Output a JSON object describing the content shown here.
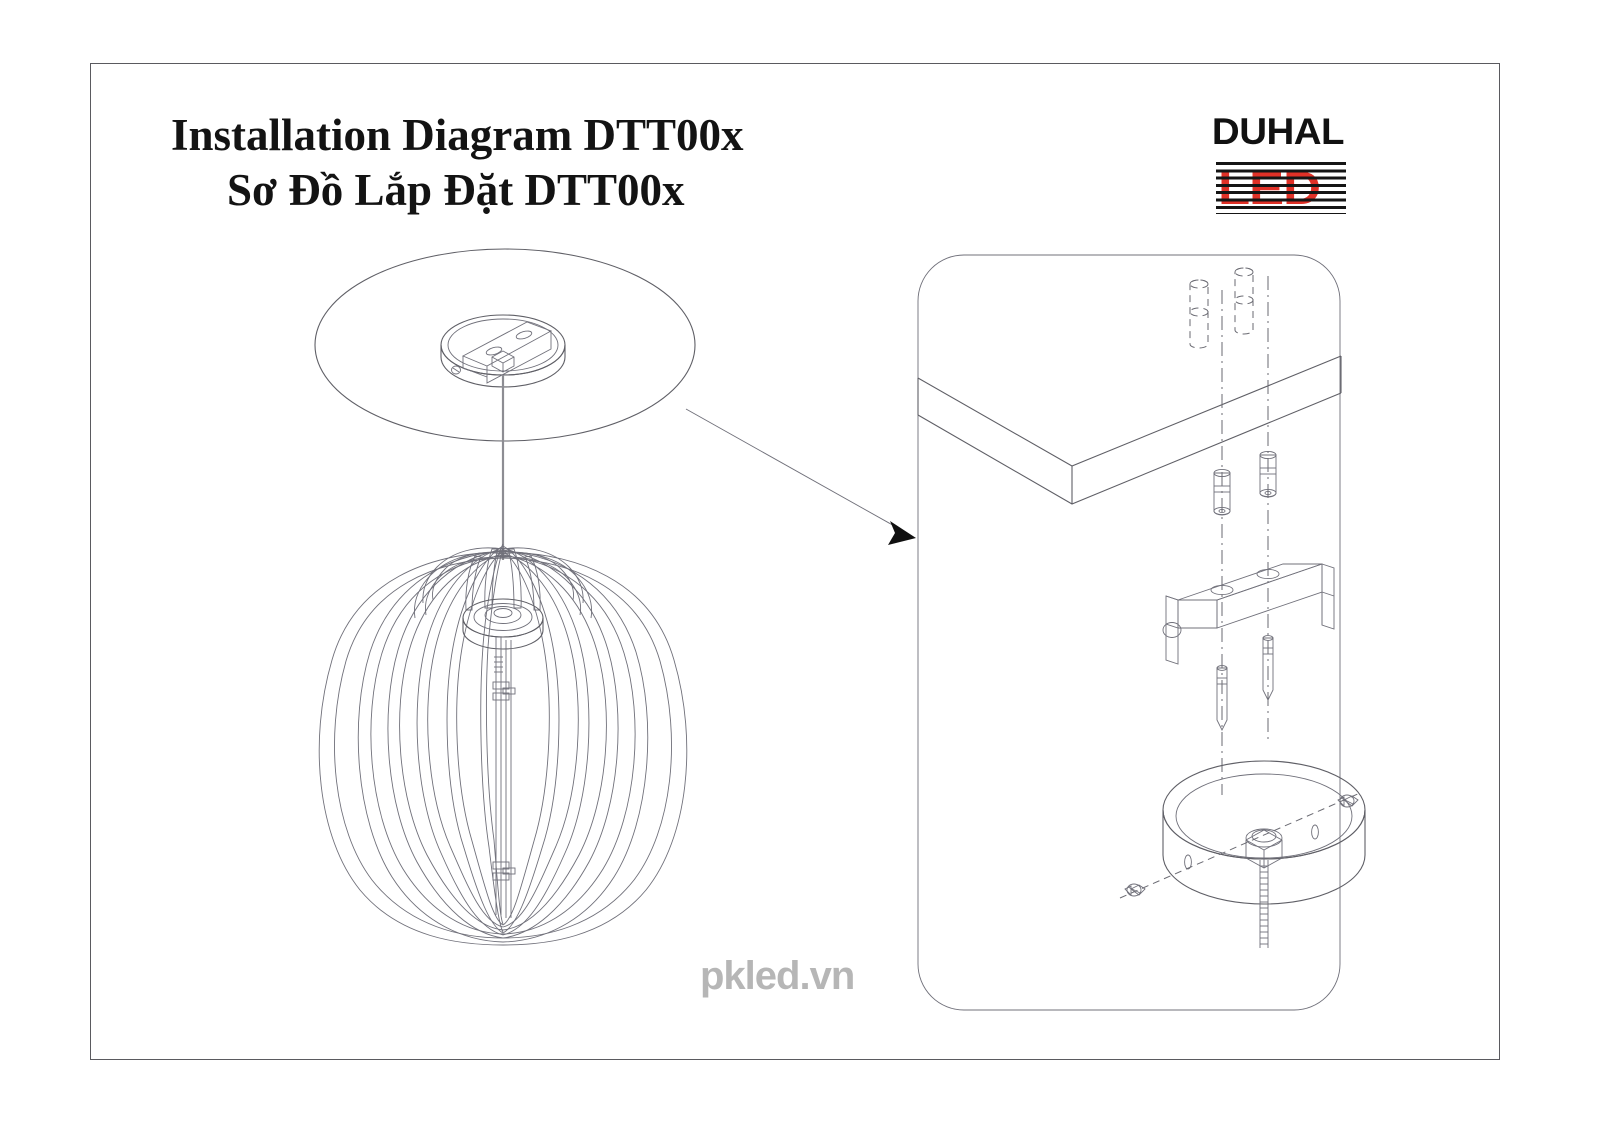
{
  "document": {
    "title_en": "Installation Diagram DTT00x",
    "title_vi": "Sơ Đồ Lắp Đặt DTT00x",
    "watermark": "pkled.vn",
    "frame": {
      "border_color": "#5a5a5f"
    }
  },
  "logo": {
    "brand": "DUHAL",
    "sub": "LED",
    "brand_color": "#111111",
    "led_color": "#e03127",
    "stripe_color": "#151515"
  },
  "diagram": {
    "line_color": "#5f5f66",
    "left_view": {
      "name": "pendant-lamp-mounted-view",
      "parts": [
        {
          "id": "ceiling-ellipse",
          "label": "Ceiling surface"
        },
        {
          "id": "canopy-cup",
          "label": "Canopy / base plate"
        },
        {
          "id": "mount-bracket",
          "label": "Mounting bracket with two holes"
        },
        {
          "id": "suspension-cord",
          "label": "Suspension cord"
        },
        {
          "id": "lamp-shade",
          "label": "Spherical slatted shade"
        },
        {
          "id": "shade-hub",
          "label": "Central hub disc"
        }
      ],
      "shade_blade_count": 24
    },
    "right_view": {
      "name": "exploded-mounting-detail",
      "parts": [
        {
          "id": "ceiling-slab",
          "label": "Ceiling slab corner"
        },
        {
          "id": "anchor-hole-1",
          "label": "Anchor hole (hidden)"
        },
        {
          "id": "anchor-hole-2",
          "label": "Anchor hole (hidden)"
        },
        {
          "id": "expansion-anchor-1",
          "label": "Expansion anchor"
        },
        {
          "id": "expansion-anchor-2",
          "label": "Expansion anchor"
        },
        {
          "id": "u-bracket",
          "label": "U-shaped mounting bracket"
        },
        {
          "id": "screw-1",
          "label": "Machine screw"
        },
        {
          "id": "screw-2",
          "label": "Machine screw"
        },
        {
          "id": "canopy-cup",
          "label": "Canopy cup"
        },
        {
          "id": "hex-nut",
          "label": "Hex nut"
        },
        {
          "id": "set-screw-left",
          "label": "Side set screw"
        },
        {
          "id": "set-screw-right",
          "label": "Side set screw"
        },
        {
          "id": "threaded-rod",
          "label": "Threaded rod"
        }
      ]
    },
    "callout_arrow": {
      "id": "detail-arrow",
      "from": "ceiling-ellipse",
      "to": "exploded-mounting-detail"
    }
  }
}
